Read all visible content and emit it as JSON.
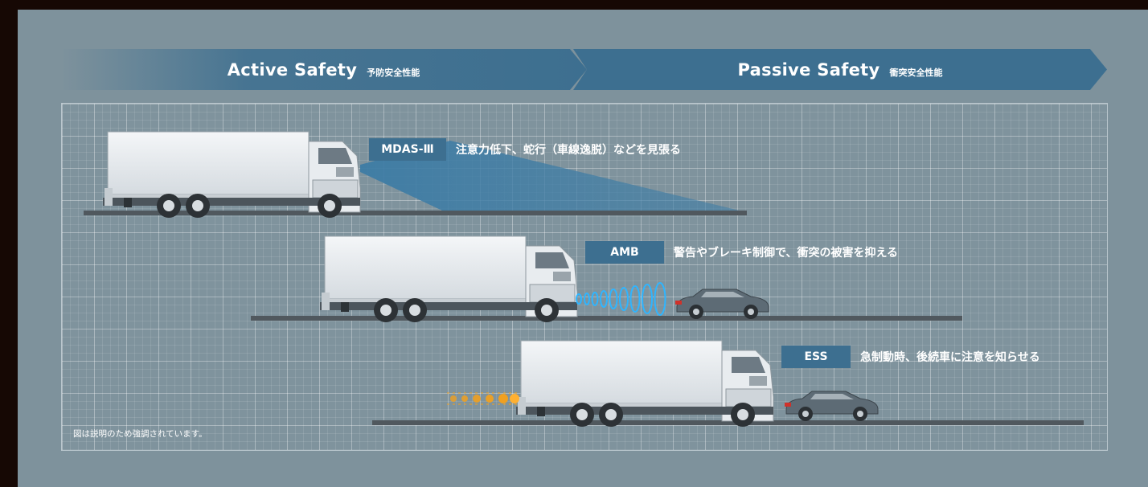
{
  "banners": {
    "active": {
      "title": "Active Safety",
      "subtitle": "予防安全性能"
    },
    "passive": {
      "title": "Passive Safety",
      "subtitle": "衝突安全性能"
    }
  },
  "features": [
    {
      "tag": "MDAS-Ⅲ",
      "description": "注意力低下、蛇行（車線逸脱）などを見張る"
    },
    {
      "tag": "AMB",
      "description": "警告やブレーキ制御で、衝突の被害を抑える"
    },
    {
      "tag": "ESS",
      "description": "急制動時、後続車に注意を知らせる"
    }
  ],
  "note": "図は説明のため強調されています。",
  "colors": {
    "background": "#7e929c",
    "outer": "#160804",
    "banner": "#3d6f90",
    "tag": "#3d6f90",
    "radar_wave": "#2fb5ff",
    "hazard_light": "#f0a020"
  },
  "icons": [
    "truck-icon",
    "car-icon"
  ]
}
